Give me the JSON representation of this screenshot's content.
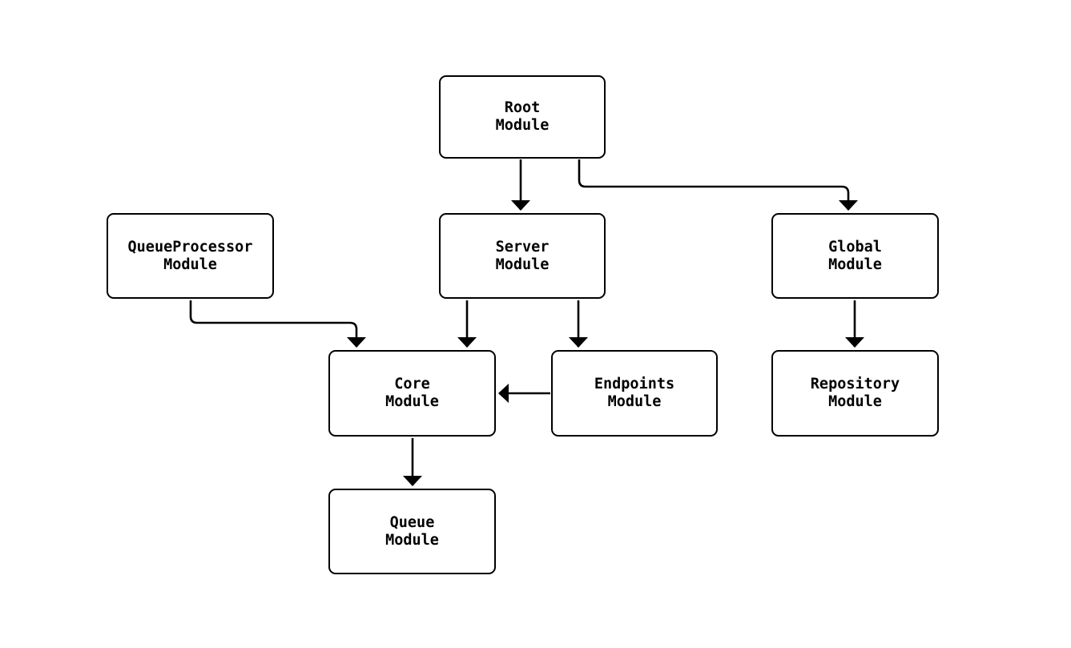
{
  "diagram": {
    "type": "module-dependency-graph",
    "colors": {
      "background": "#ffffff",
      "node_fill": "#ffffff",
      "node_border": "#000000",
      "edge_stroke": "#000000",
      "text": "#000000"
    },
    "nodes": [
      {
        "id": "root",
        "line1": "Root",
        "line2": "Module"
      },
      {
        "id": "queueprocessor",
        "line1": "QueueProcessor",
        "line2": "Module"
      },
      {
        "id": "server",
        "line1": "Server",
        "line2": "Module"
      },
      {
        "id": "global",
        "line1": "Global",
        "line2": "Module"
      },
      {
        "id": "core",
        "line1": "Core",
        "line2": "Module"
      },
      {
        "id": "endpoints",
        "line1": "Endpoints",
        "line2": "Module"
      },
      {
        "id": "repository",
        "line1": "Repository",
        "line2": "Module"
      },
      {
        "id": "queue",
        "line1": "Queue",
        "line2": "Module"
      }
    ],
    "edges": [
      {
        "from": "root",
        "to": "server"
      },
      {
        "from": "root",
        "to": "global"
      },
      {
        "from": "queueprocessor",
        "to": "core"
      },
      {
        "from": "server",
        "to": "core"
      },
      {
        "from": "server",
        "to": "endpoints"
      },
      {
        "from": "endpoints",
        "to": "core"
      },
      {
        "from": "global",
        "to": "repository"
      },
      {
        "from": "core",
        "to": "queue"
      }
    ]
  }
}
